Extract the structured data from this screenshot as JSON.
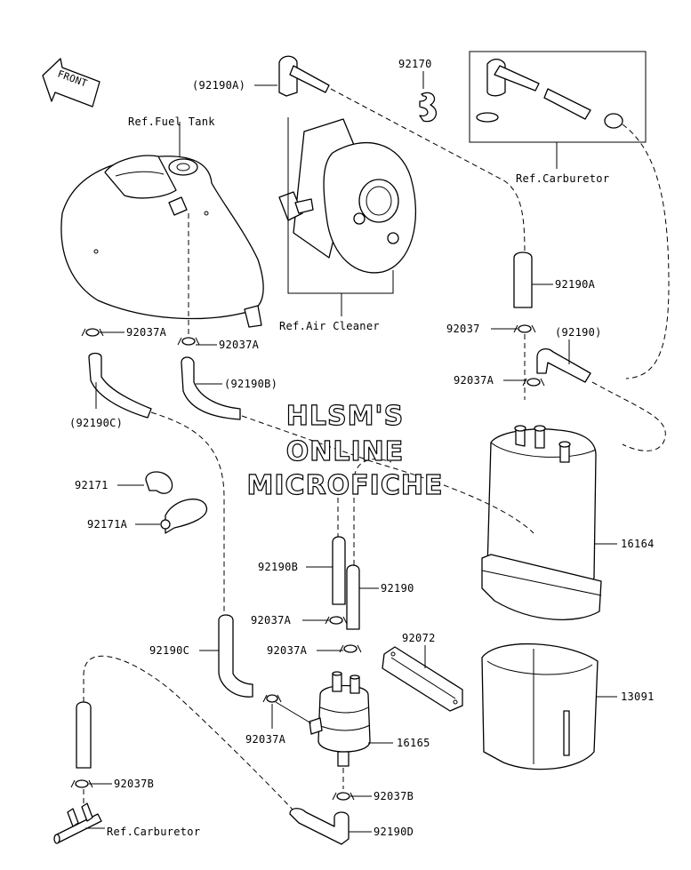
{
  "front_arrow": {
    "label": "FRONT"
  },
  "refs": {
    "fuel_tank": "Ref.Fuel Tank",
    "air_cleaner": "Ref.Air Cleaner",
    "carburetor_top": "Ref.Carburetor",
    "carburetor_bottom": "Ref.Carburetor"
  },
  "labels": {
    "l_92190A_paren": "(92190A)",
    "l_92170": "92170",
    "l_92190A": "92190A",
    "l_92037": "92037",
    "l_92190_paren": "(92190)",
    "l_92037A_tank1": "92037A",
    "l_92037A_tank2": "92037A",
    "l_92190B_paren": "(92190B)",
    "l_92190C_paren": "(92190C)",
    "l_92037A_canister": "92037A",
    "l_92171": "92171",
    "l_92171A": "92171A",
    "l_16164": "16164",
    "l_92190B": "92190B",
    "l_92190": "92190",
    "l_92037A_mid": "92037A",
    "l_92037A_filter_top": "92037A",
    "l_92072": "92072",
    "l_92190C": "92190C",
    "l_13091": "13091",
    "l_92037A_filter_left": "92037A",
    "l_16165": "16165",
    "l_92037B_left": "92037B",
    "l_92037B_right": "92037B",
    "l_92190D": "92190D"
  },
  "watermark": [
    "HLSM'S",
    "ONLINE",
    "MICROFICHE"
  ]
}
